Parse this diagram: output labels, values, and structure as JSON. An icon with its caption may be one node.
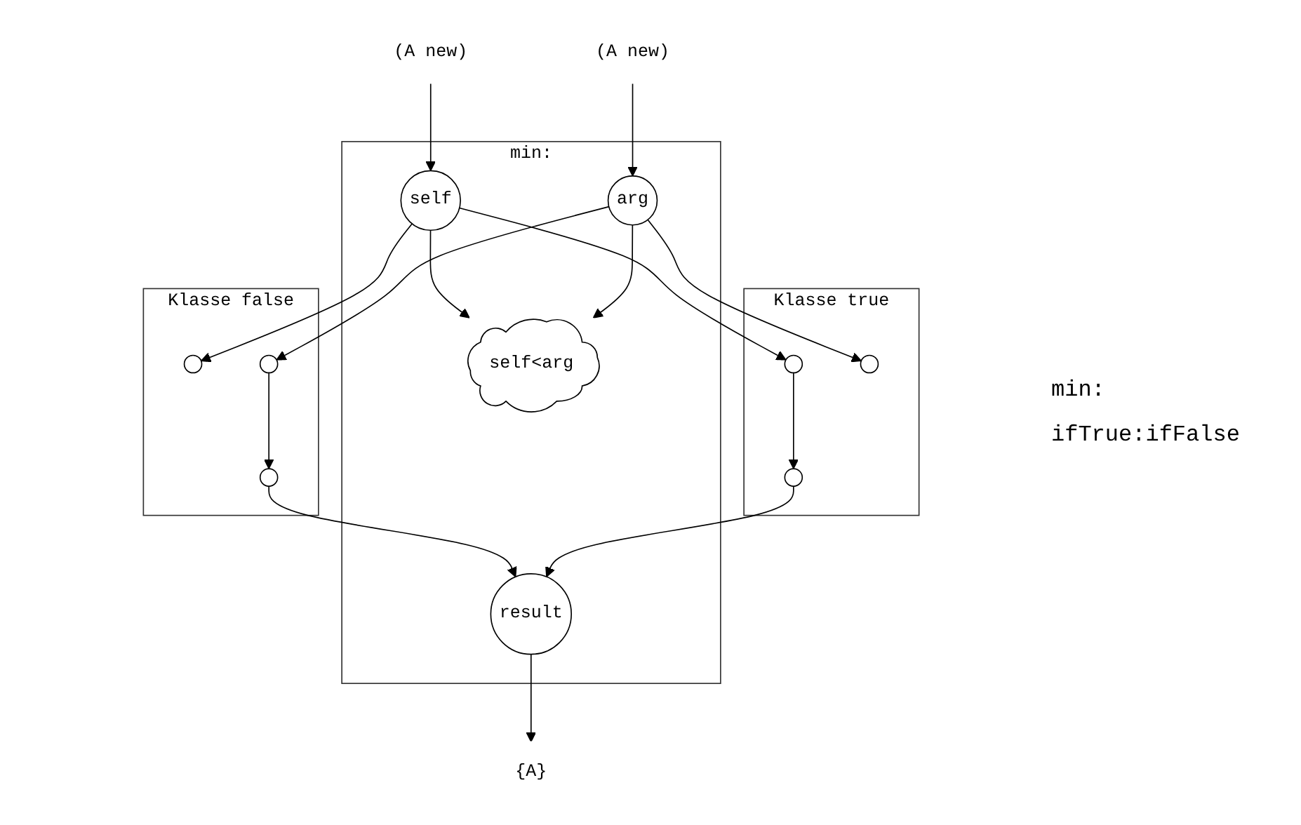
{
  "diagram": {
    "nodes": [
      {
        "text": [
          "(A new)"
        ]
      },
      {
        "text": [
          "(A new)"
        ]
      },
      {
        "text": [
          "min:"
        ]
      },
      {
        "text": [
          "self"
        ],
        "in": 2
      },
      {
        "text": [
          "arg"
        ],
        "in": 2
      },
      {
        "text": [
          "self<arg"
        ],
        "in": 2
      },
      {
        "text": [
          "result"
        ],
        "in": 2
      },
      {
        "text": [
          "Klasse false"
        ]
      },
      {
        "text": [],
        "shape": "circle",
        "in": 7
      },
      {
        "text": [],
        "shape": "circle",
        "in": 7
      },
      {
        "text": [],
        "shape": "circle",
        "in": 7
      },
      {
        "text": [
          "Klasse true"
        ]
      },
      {
        "text": [],
        "shape": "circle",
        "in": 11
      },
      {
        "text": [],
        "shape": "circle",
        "in": 11
      },
      {
        "text": [],
        "shape": "circle",
        "in": 11
      },
      {
        "text": [
          "{A}"
        ]
      }
    ],
    "edges": [
      {
        "from": 0,
        "to": 3,
        "arrow": "to"
      },
      {
        "from": 1,
        "to": 4,
        "arrow": "to"
      },
      {
        "from": 3,
        "to": 5,
        "arrow": "to"
      },
      {
        "from": 4,
        "to": 5,
        "arrow": "to"
      },
      {
        "from": 3,
        "to": 8,
        "arrow": "to"
      },
      {
        "from": 4,
        "to": 9,
        "arrow": "to"
      },
      {
        "from": 3,
        "to": 12,
        "arrow": "to"
      },
      {
        "from": 4,
        "to": 13,
        "arrow": "to"
      },
      {
        "from": 9,
        "to": 10,
        "arrow": "to"
      },
      {
        "from": 12,
        "to": 14,
        "arrow": "to"
      },
      {
        "from": 10,
        "to": 6,
        "arrow": "to"
      },
      {
        "from": 14,
        "to": 6,
        "arrow": "to"
      },
      {
        "from": 6,
        "to": 15,
        "arrow": "to"
      }
    ],
    "labels": [
      "min:",
      "ifTrue:ifFalse"
    ]
  }
}
